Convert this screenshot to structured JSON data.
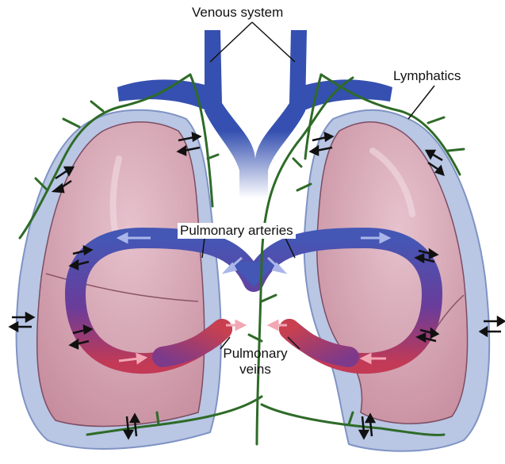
{
  "labels": {
    "venous_system": "Venous system",
    "lymphatics": "Lymphatics",
    "pulmonary_arteries": "Pulmonary arteries",
    "pulmonary_veins_line1": "Pulmonary",
    "pulmonary_veins_line2": "veins"
  },
  "colors": {
    "pleura": "#b9c6e4",
    "pleura_edge": "#7f93c4",
    "lung_fill": "#cf9aa9",
    "lung_edge": "#7c4d62",
    "venous": "#3550b0",
    "artery_blue": "#4457b5",
    "artery_purple": "#6a3c9a",
    "vein_red": "#c23a55",
    "lymphatic": "#2e6b28",
    "arrow": "#111111"
  },
  "icons": [
    "flow-arrow",
    "exchange-arrow"
  ]
}
